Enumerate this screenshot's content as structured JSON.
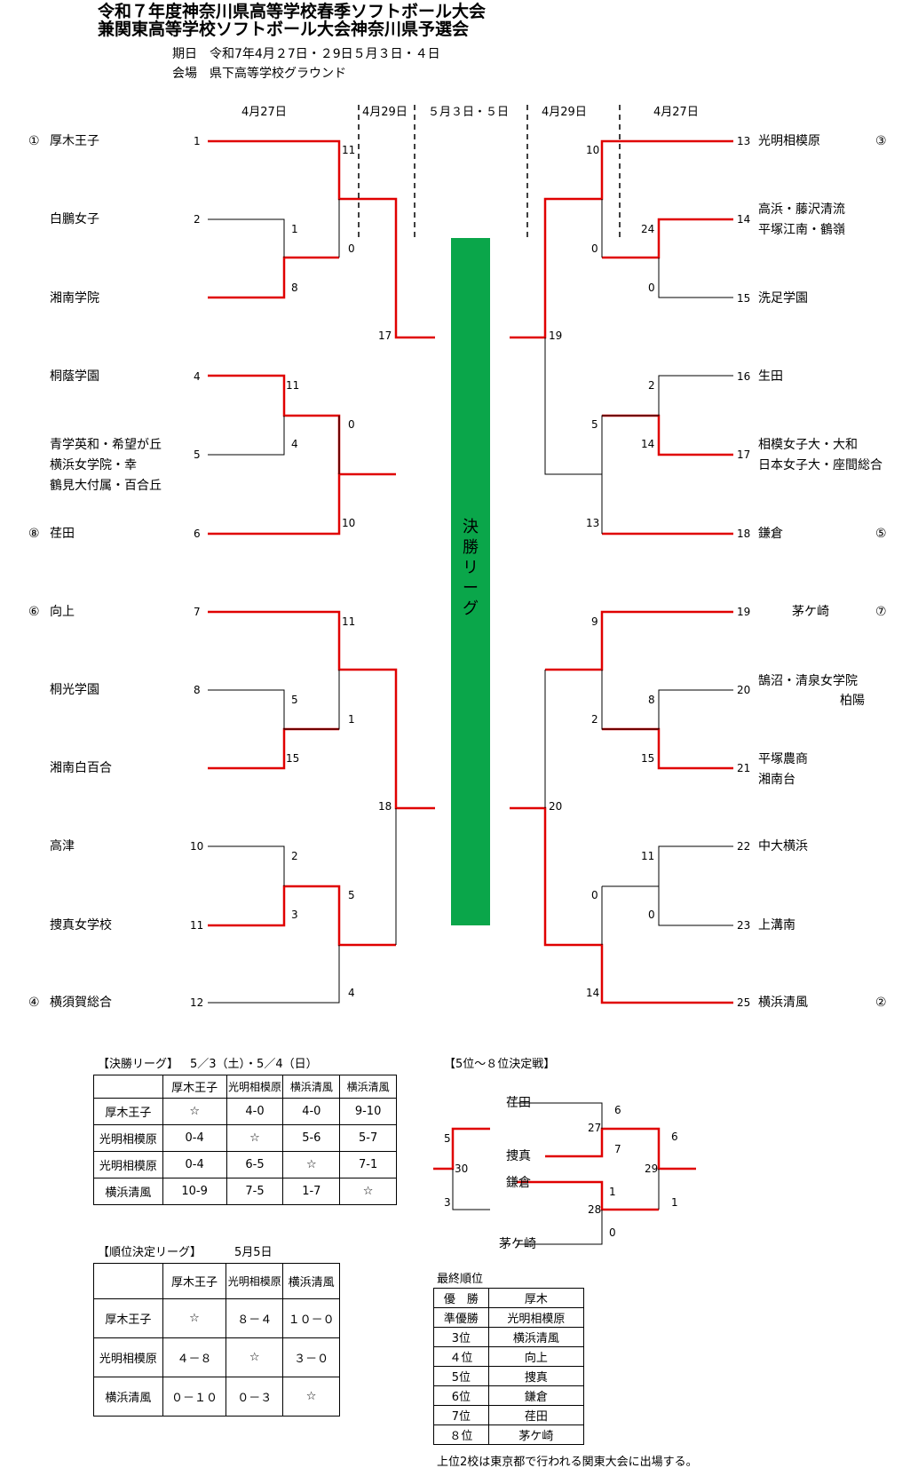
{
  "title": {
    "line1": "令和７年度神奈川県高等学校春季ソフトボール大会",
    "line2": "兼関東高等学校ソフトボール大会神奈川県予選会",
    "date": "期日　令和7年4月２7日・２9日５月３日・４日",
    "venue": "会場　県下高等学校グラウンド"
  },
  "rounds": {
    "left_r1": "4月27日",
    "left_r2": "4月29日",
    "center": "５月３日・５日",
    "right_r2": "4月29日",
    "right_r1": "4月27日"
  },
  "final_label": "決勝リーグ",
  "left_teams": [
    {
      "seed": "①",
      "name": "厚木王子",
      "num": "1"
    },
    {
      "seed": "",
      "name": "白鵬女子",
      "num": "2"
    },
    {
      "seed": "",
      "name": "湘南学院",
      "num": ""
    },
    {
      "seed": "",
      "name": "桐蔭学園",
      "num": "4"
    },
    {
      "seed": "",
      "name": "青学英和・希望が丘",
      "name2": "横浜女学院・幸",
      "name3": "鶴見大付属・百合丘",
      "num": "5"
    },
    {
      "seed": "⑧",
      "name": "荏田",
      "num": "6"
    },
    {
      "seed": "⑥",
      "name": "向上",
      "num": "7"
    },
    {
      "seed": "",
      "name": "桐光学園",
      "num": "8"
    },
    {
      "seed": "",
      "name": "湘南白百合",
      "num": ""
    },
    {
      "seed": "",
      "name": "高津",
      "num": "10"
    },
    {
      "seed": "",
      "name": "捜真女学校",
      "num": "11"
    },
    {
      "seed": "④",
      "name": "横須賀総合",
      "num": "12"
    }
  ],
  "right_teams": [
    {
      "num": "13",
      "name": "光明相模原",
      "seed": "③"
    },
    {
      "num": "14",
      "name": "高浜・藤沢清流",
      "name2": "平塚江南・鶴嶺",
      "seed": ""
    },
    {
      "num": "15",
      "name": "洗足学園",
      "seed": ""
    },
    {
      "num": "16",
      "name": "生田",
      "seed": ""
    },
    {
      "num": "17",
      "name": "相模女子大・大和",
      "name2": "日本女子大・座間総合",
      "seed": ""
    },
    {
      "num": "18",
      "name": "鎌倉",
      "seed": "⑤"
    },
    {
      "num": "19",
      "name": "茅ケ崎",
      "seed": "⑦"
    },
    {
      "num": "20",
      "name": "鵠沼・清泉女学院",
      "name2": "柏陽",
      "seed": ""
    },
    {
      "num": "21",
      "name": "平塚農商",
      "name2": "湘南台",
      "seed": ""
    },
    {
      "num": "22",
      "name": "中大横浜",
      "seed": ""
    },
    {
      "num": "23",
      "name": "上溝南",
      "seed": ""
    },
    {
      "num": "25",
      "name": "横浜清風",
      "seed": "②"
    }
  ],
  "scores": {
    "l_s1": "11",
    "l_s2": "0",
    "l_s3": "1",
    "l_s4": "8",
    "l_s5": "11",
    "l_s6": "4",
    "l_s7": "0",
    "l_s8": "10",
    "l_s9": "17",
    "l_s10": "11",
    "l_s11": "5",
    "l_s12": "15",
    "l_s13": "1",
    "l_s14": "2",
    "l_s15": "3",
    "l_s16": "5",
    "l_s17": "4",
    "l_s18": "18",
    "r_s1": "10",
    "r_s2": "0",
    "r_s3": "24",
    "r_s4": "0",
    "r_s5": "19",
    "r_s6": "2",
    "r_s7": "14",
    "r_s8": "5",
    "r_s9": "13",
    "r_s10": "9",
    "r_s11": "8",
    "r_s12": "15",
    "r_s13": "2",
    "r_s14": "20",
    "r_s15": "11",
    "r_s16": "0",
    "r_s17": "0",
    "r_s18": "14"
  },
  "final_league": {
    "caption": "【決勝リーグ】",
    "dates": "5／3（土）・5／4（日）",
    "headers": [
      "",
      "厚木王子",
      "光明相模原",
      "横浜清風",
      "横浜清風"
    ],
    "rows": [
      [
        "厚木王子",
        "☆",
        "4-0",
        "4-0",
        "9-10"
      ],
      [
        "光明相模原",
        "0-4",
        "☆",
        "5-6",
        "5-7"
      ],
      [
        "光明相模原",
        "0-4",
        "6-5",
        "☆",
        "7-1"
      ],
      [
        "横浜清風",
        "10-9",
        "7-5",
        "1-7",
        "☆"
      ]
    ]
  },
  "placement": {
    "caption": "【5位～８位決定戦】",
    "teams": [
      "荏田",
      "捜真",
      "鎌倉",
      "茅ケ崎"
    ],
    "scores": {
      "a": "6",
      "b": "27",
      "c": "7",
      "d": "5",
      "e": "30",
      "f": "3",
      "g": "1",
      "h": "28",
      "i": "0",
      "j": "6",
      "k": "29",
      "l": "1"
    }
  },
  "rank_league": {
    "caption": "【順位決定リーグ】",
    "date": "5月5日",
    "headers": [
      "",
      "厚木王子",
      "光明相模原",
      "横浜清風"
    ],
    "rows": [
      [
        "厚木王子",
        "☆",
        "８－４",
        "１０－０"
      ],
      [
        "光明相模原",
        "４－８",
        "☆",
        "３－０"
      ],
      [
        "横浜清風",
        "０－１０",
        "０－３",
        "☆"
      ]
    ]
  },
  "final_rank": {
    "caption": "最終順位",
    "rows": [
      [
        "優　勝",
        "厚木"
      ],
      [
        "準優勝",
        "光明相模原"
      ],
      [
        "3位",
        "横浜清風"
      ],
      [
        "４位",
        "向上"
      ],
      [
        "5位",
        "捜真"
      ],
      [
        "6位",
        "鎌倉"
      ],
      [
        "7位",
        "荏田"
      ],
      [
        "８位",
        "茅ケ崎"
      ]
    ]
  },
  "footnote": "上位2校は東京都で行われる関東大会に出場する。",
  "colors": {
    "winner_line": "#e00000",
    "loser_line": "#000000",
    "final_bar": "#0aa64a"
  }
}
